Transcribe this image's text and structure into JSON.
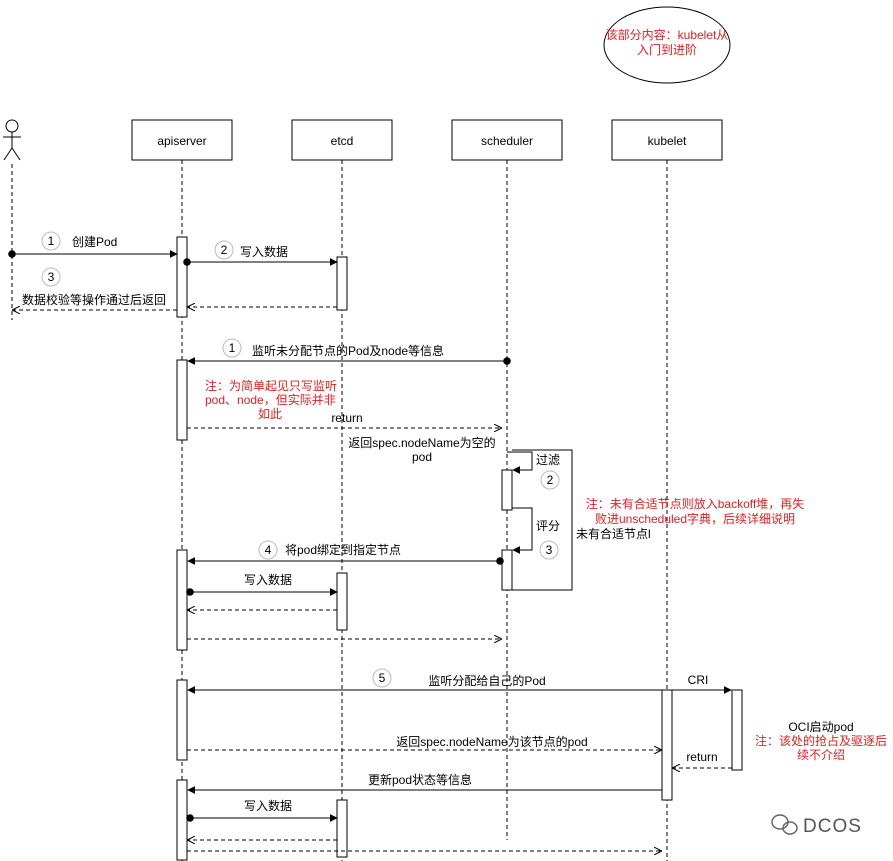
{
  "participants": {
    "apiserver": "apiserver",
    "etcd": "etcd",
    "scheduler": "scheduler",
    "kubelet": "kubelet"
  },
  "note_top": {
    "line1": "该部分内容：kubelet从",
    "line2": "入门到进阶"
  },
  "steps": {
    "s1_num": "1",
    "s1_label": "创建Pod",
    "s2_num": "2",
    "s2_label": "写入数据",
    "s3_num": "3",
    "s3_label": "数据校验等操作通过后返回",
    "w1_num": "1",
    "w1_label": "监听未分配节点的Pod及node等信息",
    "note1_line1": "注：为简单起见只写监听",
    "note1_line2": "pod、node，但实际并非",
    "note1_line3": "如此",
    "return_label": "return",
    "ret_name_line1": "返回spec.nodeName为空的",
    "ret_name_line2": "pod",
    "filter_label": "过滤",
    "f_num": "2",
    "score_label": "评分",
    "sc_num": "3",
    "note2_line1": "注：未有合适节点则放入backoff堆，再失",
    "note2_line2": "败进unscheduled字典，后续详细说明",
    "no_node_label": "未有合适节点l",
    "b4_num": "4",
    "b4_label": "将pod绑定到指定节点",
    "write2_label": "写入数据",
    "k5_num": "5",
    "k5_label": "监听分配给自己的Pod",
    "cri_label": "CRI",
    "oci_label": "OCI启动pod",
    "note3_line1": "注：该处的抢占及驱逐后",
    "note3_line2": "续不介绍",
    "kret_label": "return",
    "ret_node_label": "返回spec.nodeName为该节点的pod",
    "update_label": "更新pod状态等信息",
    "write3_label": "写入数据"
  },
  "watermark": "DCOS",
  "colors": {
    "line": "#000000",
    "note_red": "#e02020"
  }
}
